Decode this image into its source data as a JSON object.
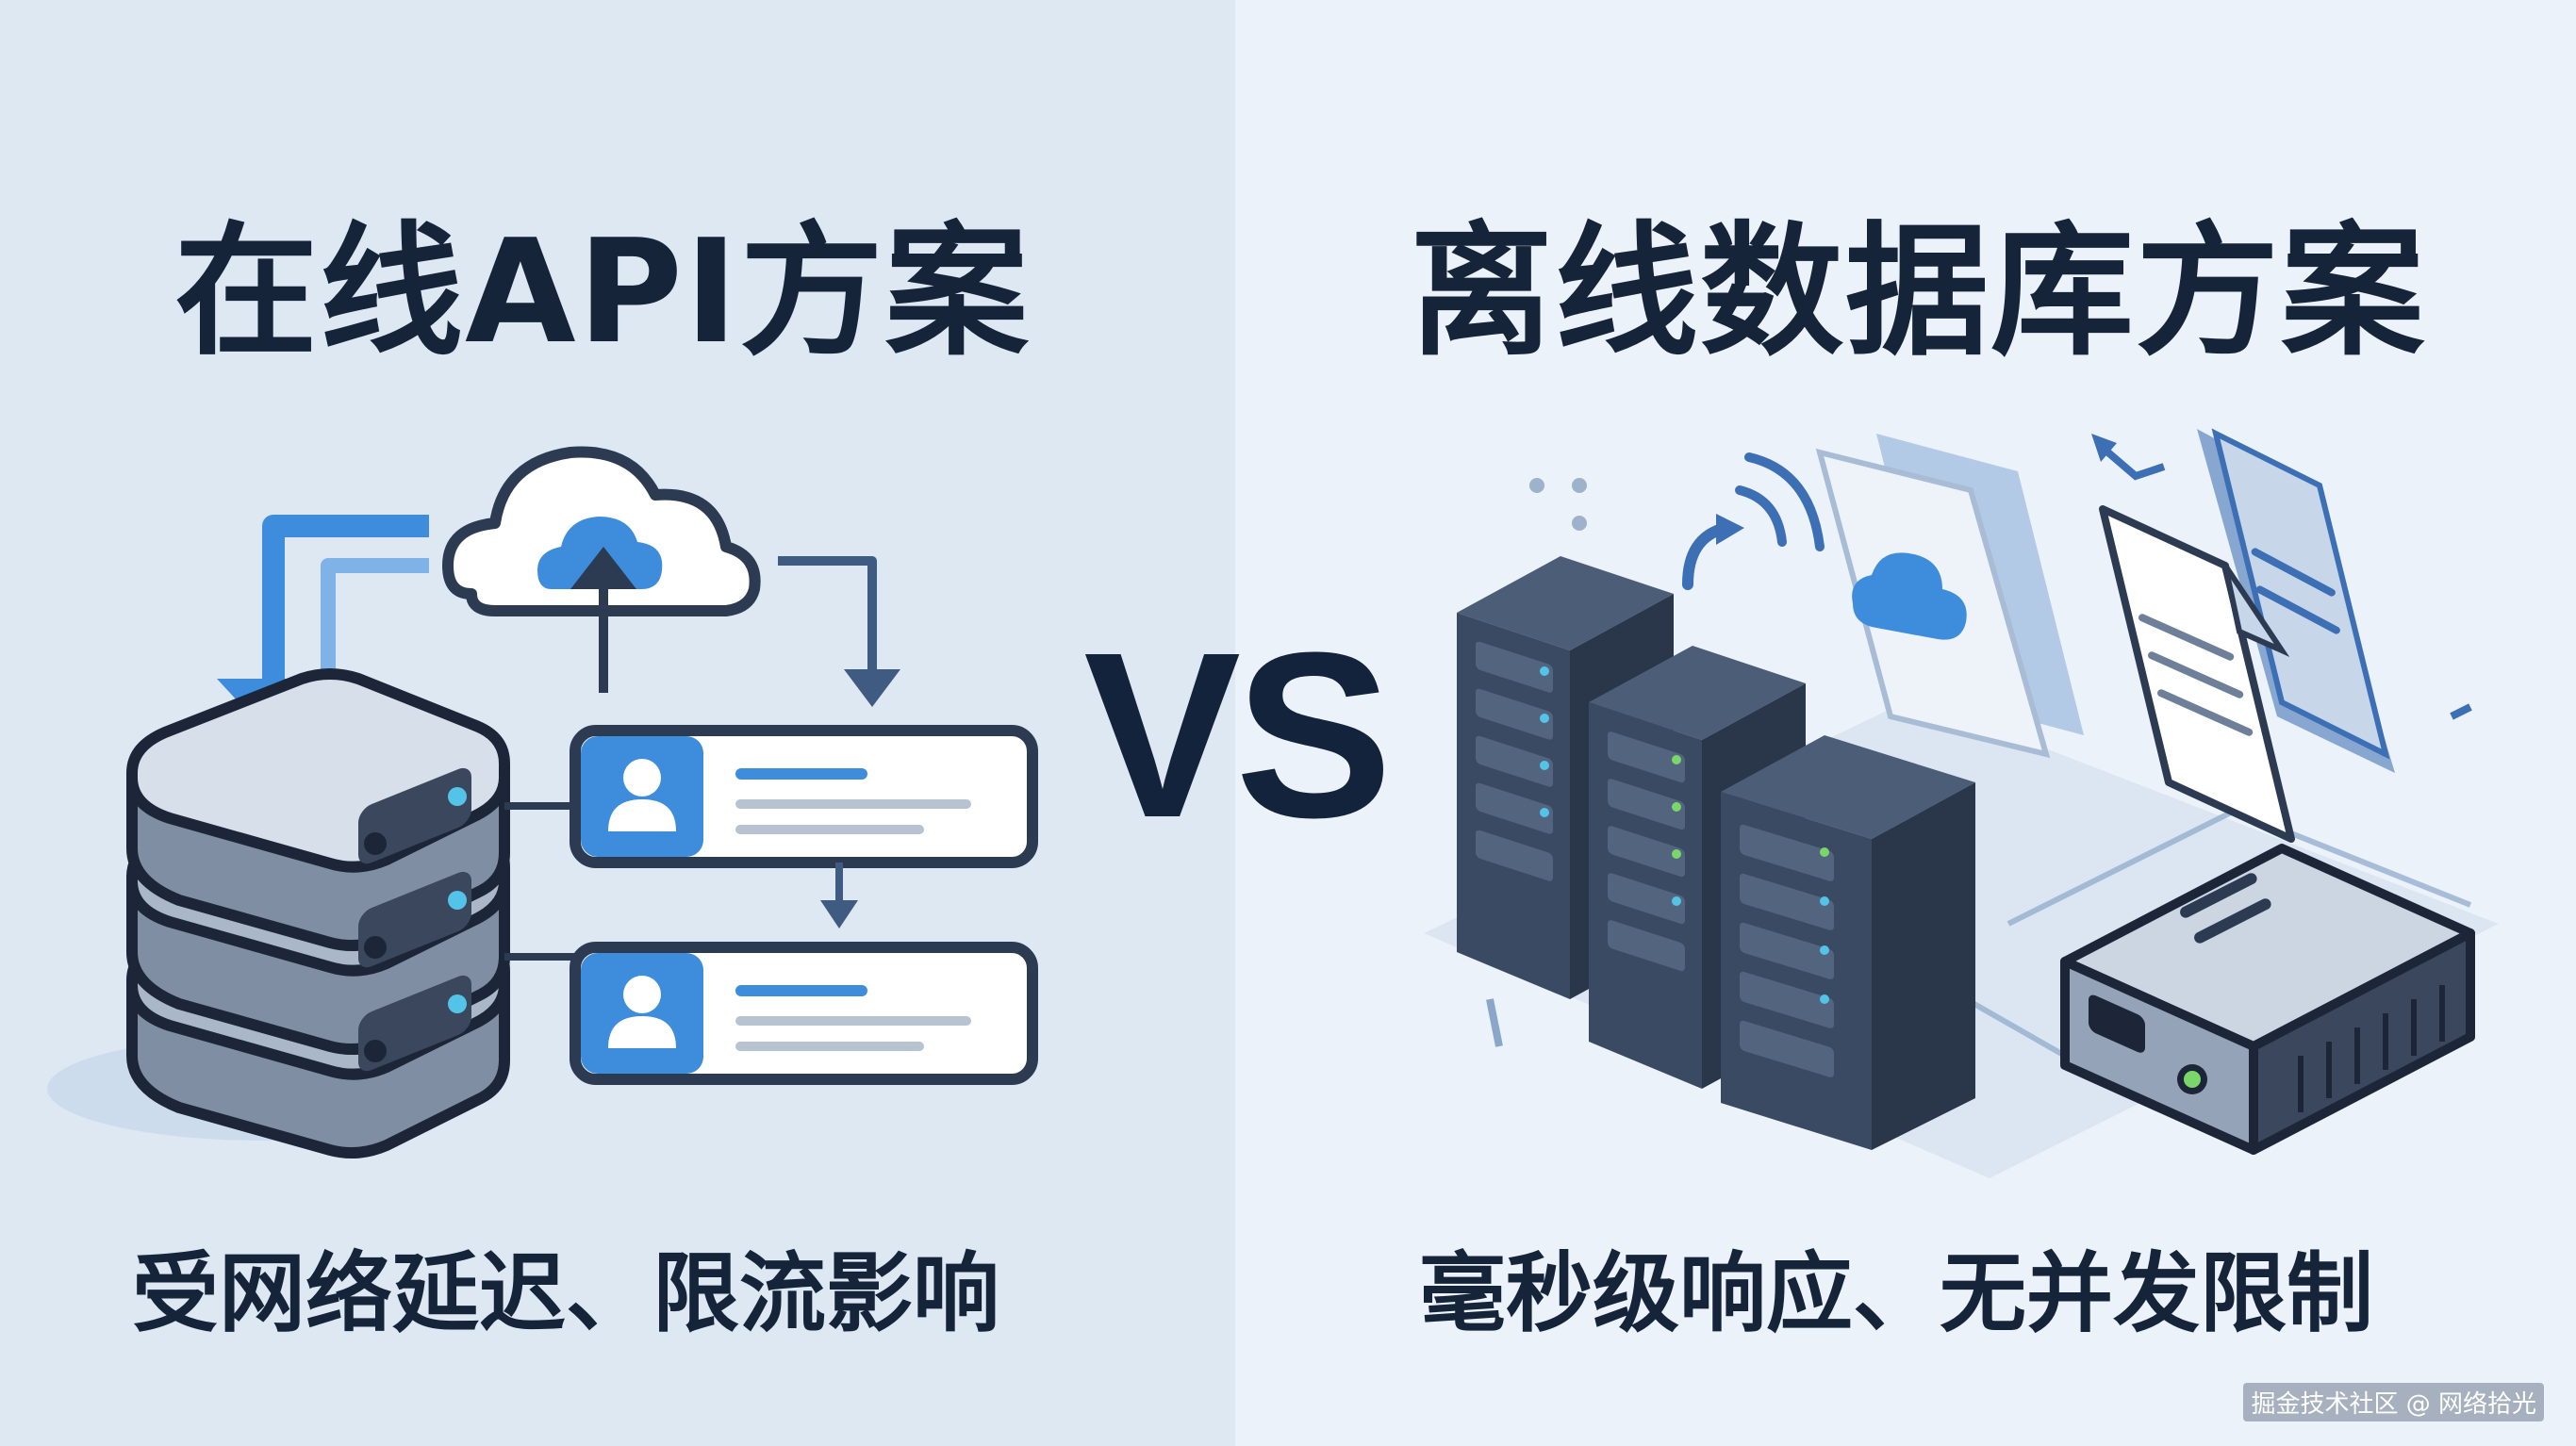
{
  "left": {
    "title": "在线API方案",
    "caption": "受网络延迟、限流影响"
  },
  "right": {
    "title": "离线数据库方案",
    "caption": "毫秒级响应、无并发限制"
  },
  "vs": "VS",
  "watermark": "掘金技术社区 @ 网络拾光",
  "icons": [
    "cloud-upload-icon",
    "database-stack-icon",
    "user-card-icon",
    "server-rack-icon",
    "document-icon",
    "wifi-signal-icon",
    "storage-device-icon"
  ],
  "colors": {
    "left_bg": "#dde8f3",
    "right_bg": "#ecf2f9",
    "title": "#16243a",
    "accent_blue": "#3d8ddc",
    "dark_server": "#2d3b52"
  }
}
